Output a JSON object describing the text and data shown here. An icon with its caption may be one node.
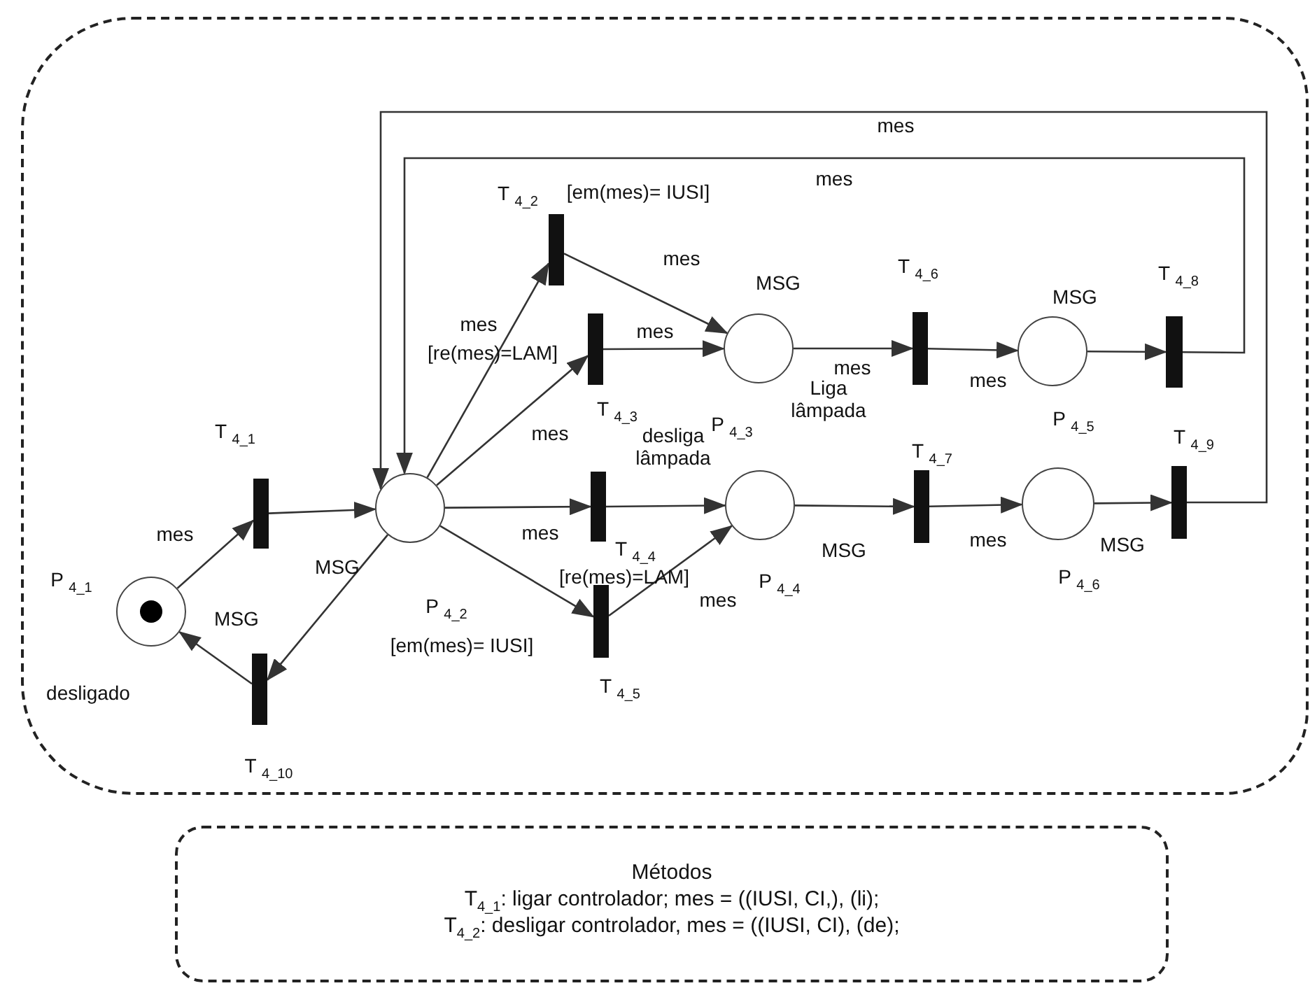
{
  "diagram": {
    "nodes": [
      {
        "text": [],
        "shape": "box"
      },
      {
        "text": [
          "P $_{4_1}$"
        ],
        "beside": [
          "MSG",
          "desligado"
        ],
        "in": 0
      },
      {
        "text": [
          "T $_{4_1}$"
        ],
        "in": 0
      },
      {
        "text": [
          "T $_{4_10}$"
        ],
        "in": 0
      },
      {
        "text": [
          "P $_{4_2}$"
        ],
        "beside": [
          "MSG"
        ],
        "in": 0
      },
      {
        "text": [
          "T $_{4_2}$"
        ],
        "beside": [
          "[em(mes)= IUSI]"
        ],
        "in": 0
      },
      {
        "text": [
          "T $_{4_3}$"
        ],
        "beside": [
          "[re(mes)=LAM]"
        ],
        "in": 0
      },
      {
        "text": [
          "T $_{4_4}$"
        ],
        "in": 0
      },
      {
        "text": [
          "T $_{4_5}$"
        ],
        "beside": [
          "[em(mes)= IUSI]"
        ],
        "in": 0
      },
      {
        "text": [
          "P $_{4_3}$"
        ],
        "beside": [
          "MSG",
          "Liga lâmpada"
        ],
        "in": 0
      },
      {
        "text": [
          "P $_{4_4}$"
        ],
        "beside": [
          "desliga lâmpada",
          "MSG"
        ],
        "in": 0
      },
      {
        "text": [
          "T $_{4_6}$"
        ],
        "in": 0
      },
      {
        "text": [
          "T $_{4_7}$"
        ],
        "in": 0
      },
      {
        "text": [
          "P $_{4_5}$"
        ],
        "beside": [
          "MSG"
        ],
        "in": 0
      },
      {
        "text": [
          "P $_{4_6}$"
        ],
        "beside": [
          "MSG"
        ],
        "in": 0
      },
      {
        "text": [
          "T $_{4_8}$"
        ],
        "in": 0
      },
      {
        "text": [
          "T $_{4_9}$"
        ],
        "in": 0
      },
      {
        "text": [
          "Métodos",
          "T$_{4_1}$: ligar controlador; mes = ((IUSI, CI,), (li);",
          "T$_{4_2}$: desligar controlador, mes = ((IUSI, CI), (de);"
        ]
      }
    ],
    "edges": [
      {
        "from": 1,
        "to": 2,
        "arrow": "to",
        "label": "mes"
      },
      {
        "from": 2,
        "to": 4,
        "arrow": "to"
      },
      {
        "from": 4,
        "to": 3,
        "arrow": "to"
      },
      {
        "from": 3,
        "to": 1,
        "arrow": "to"
      },
      {
        "from": 4,
        "to": 5,
        "arrow": "to",
        "label": "mes"
      },
      {
        "from": 4,
        "to": 6,
        "arrow": "to",
        "label": "mes"
      },
      {
        "from": 4,
        "to": 7,
        "arrow": "to",
        "label": "mes"
      },
      {
        "from": 4,
        "to": 8,
        "arrow": "to"
      },
      {
        "from": 5,
        "to": 9,
        "arrow": "to",
        "label": "mes"
      },
      {
        "from": 6,
        "to": 9,
        "arrow": "to",
        "label": "mes"
      },
      {
        "from": 7,
        "to": 10,
        "arrow": "to"
      },
      {
        "from": 8,
        "to": 10,
        "arrow": "to",
        "label": "mes"
      },
      {
        "from": 9,
        "to": 11,
        "arrow": "to",
        "label": "mes"
      },
      {
        "from": 11,
        "to": 13,
        "arrow": "to",
        "label": "mes"
      },
      {
        "from": 13,
        "to": 15,
        "arrow": "to"
      },
      {
        "from": 15,
        "to": 4,
        "arrow": "to",
        "label": "mes"
      },
      {
        "from": 10,
        "to": 12,
        "arrow": "to"
      },
      {
        "from": 12,
        "to": 14,
        "arrow": "to",
        "label": "mes"
      },
      {
        "from": 14,
        "to": 16,
        "arrow": "to"
      },
      {
        "from": 16,
        "to": 4,
        "arrow": "to",
        "label": "mes"
      }
    ],
    "labels": [
      "[re(mes)=LAM]"
    ]
  }
}
